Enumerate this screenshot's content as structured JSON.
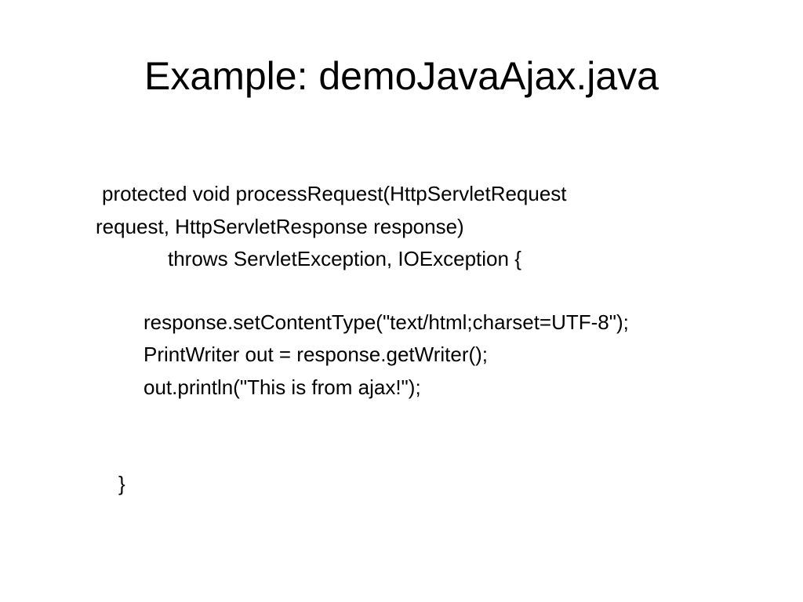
{
  "slide": {
    "title": "Example: demoJavaAjax.java",
    "code_lines": [
      "protected void processRequest(HttpServletRequest",
      "request, HttpServletResponse response)",
      "throws ServletException, IOException {",
      "response.setContentType(\"text/html;charset=UTF-8\");",
      "PrintWriter out = response.getWriter();",
      "out.println(\"This is from ajax!\");",
      "}"
    ]
  }
}
